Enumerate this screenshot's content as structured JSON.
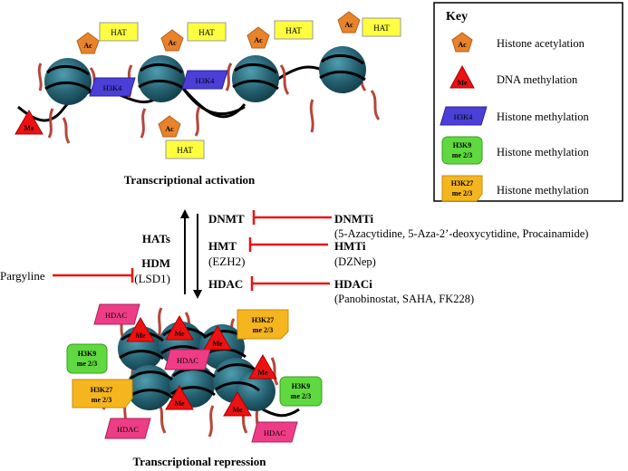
{
  "key": {
    "title": "Key",
    "items": [
      {
        "icon": "acetyl-pentagon-icon",
        "symbol": "Ac",
        "label": "Histone acetylation"
      },
      {
        "icon": "methyl-triangle-icon",
        "symbol": "Me",
        "label": "DNA methylation"
      },
      {
        "icon": "h3k4-parallelogram-icon",
        "symbol": "H3K4",
        "label": "Histone methylation"
      },
      {
        "icon": "h3k9-rounded-box-icon",
        "symbol_line1": "H3K9",
        "symbol_line2": "me 2/3",
        "label": "Histone methylation"
      },
      {
        "icon": "h3k27-folded-box-icon",
        "symbol_line1": "H3K27",
        "symbol_line2": "me 2/3",
        "label": "Histone methylation"
      }
    ]
  },
  "active": {
    "caption": "Transcriptional activation",
    "ac": "Ac",
    "hat": "HAT",
    "me": "Me",
    "h3k4": "H3K4"
  },
  "repressed": {
    "caption": "Transcriptional repression",
    "hdac": "HDAC",
    "me": "Me",
    "h3k9_l1": "H3K9",
    "h3k9_l2": "me 2/3",
    "h3k27_l1": "H3K27",
    "h3k27_l2": "me 2/3"
  },
  "middle": {
    "hats": "HATs",
    "hdm": "HDM",
    "lsd1": "(LSD1)",
    "pargyline": "Pargyline",
    "dnmt": "DNMT",
    "hmt": "HMT",
    "ezh2": "(EZH2)",
    "hdac": "HDAC",
    "dnmti": "DNMTi",
    "dnmti_drugs": "(5-Azacytidine, 5-Aza-2’-deoxycytidine, Procainamide)",
    "hmti": "HMTi",
    "hmti_drugs": "(DZNep)",
    "hdaci": "HDACi",
    "hdaci_drugs": "(Panobinostat, SAHA, FK228)"
  },
  "colors": {
    "nucleosome": "#1f5f6e",
    "nucleosome_light": "#3d8796",
    "tail": "#b5473a",
    "acetyl": "#e8822b",
    "hat_fill": "#ffff40",
    "methyl": "#ee1111",
    "h3k4": "#4b3fd8",
    "h3k9": "#5fd93f",
    "h3k27": "#f5b51e",
    "hdac": "#ee3d86",
    "inhibitor": "#ee1111"
  }
}
